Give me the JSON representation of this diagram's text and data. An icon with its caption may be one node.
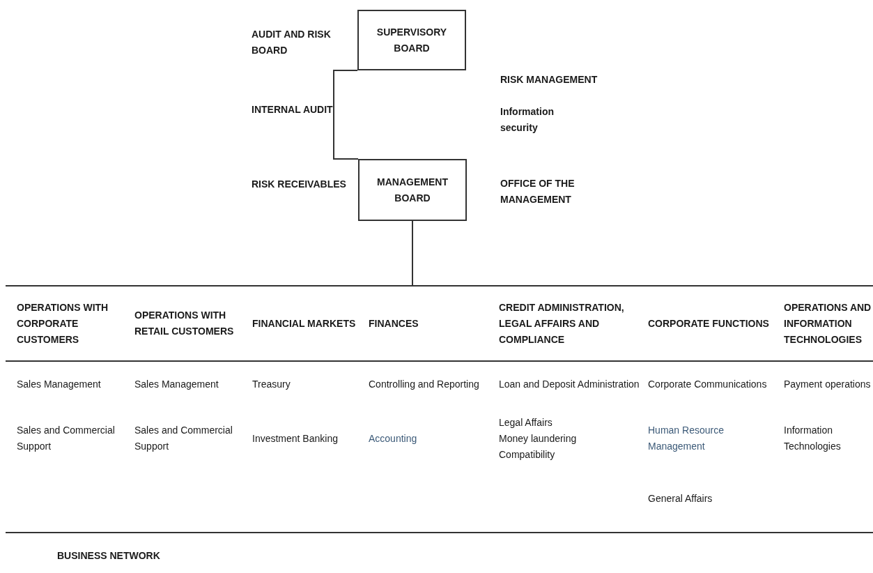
{
  "diagram": {
    "nodes": [
      {
        "text": [
          "SUPERVISORY BOARD"
        ]
      },
      {
        "text": [
          "MANAGEMENT BOARD"
        ]
      },
      {
        "text": [],
        "shape": "bar"
      }
    ],
    "edges": [
      {
        "from": 0,
        "to": 1,
        "arrow": "none"
      },
      {
        "from": 1,
        "to": 2,
        "arrow": "none"
      }
    ],
    "labels": [
      "AUDIT AND RISK BOARD",
      "RISK MANAGEMENT",
      "INTERNAL AUDIT",
      "Information security",
      "RISK RECEIVABLES",
      "OFFICE OF THE MANAGEMENT",
      "OPERATIONS WITH CORPORATE CUSTOMERS",
      "OPERATIONS WITH RETAIL CUSTOMERS",
      "FINANCIAL MARKETS",
      "FINANCES",
      "CREDIT ADMINISTRATION, LEGAL AFFAIRS AND COMPLIANCE",
      "CORPORATE FUNCTIONS",
      "OPERATIONS AND INFORMATION TECHNOLOGIES",
      "Sales Management",
      "Sales Management",
      "Treasury",
      "Controlling and Reporting",
      "Loan and Deposit Administration",
      "Corporate Communications",
      "Payment operations",
      "Sales and Commercial Support",
      "Sales and Commercial Support",
      "Investment Banking",
      "Accounting",
      "Legal Affairs",
      "Money laundering",
      "Compatibility",
      "Human Resource Management",
      "Information Technologies",
      "General Affairs",
      "BUSINESS NETWORK"
    ]
  }
}
